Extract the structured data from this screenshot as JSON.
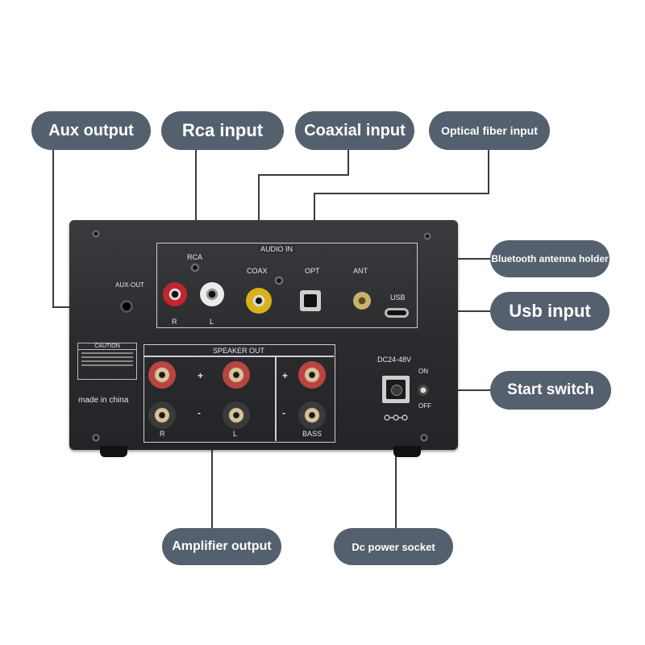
{
  "callouts": {
    "aux_output": "Aux output",
    "rca_input": "Rca input",
    "coaxial_input": "Coaxial input",
    "optical_fiber_input": "Optical fiber input",
    "bluetooth_antenna_holder": "Bluetooth antenna holder",
    "usb_input": "Usb input",
    "start_switch": "Start switch",
    "amplifier_output": "Amplifier output",
    "dc_power_socket": "Dc power socket"
  },
  "panel": {
    "audio_in": "AUDIO IN",
    "rca": "RCA",
    "coax": "COAX",
    "opt": "OPT",
    "ant": "ANT",
    "usb": "USB",
    "aux_out": "AUX-OUT",
    "rca_r": "R",
    "rca_l": "L",
    "speaker_out": "SPEAKER OUT",
    "plus": "+",
    "minus": "-",
    "spk_r": "R",
    "spk_l": "L",
    "bass": "BASS",
    "caution_title": "CAUTION",
    "made_in": "made in china",
    "dc_rating": "DC24-48V",
    "on": "ON",
    "off": "OFF"
  },
  "colors": {
    "callout_bg": "#55606e",
    "device_body": "#2a2b2e",
    "rca_red": "#c0262b",
    "rca_white": "#e8e8e8",
    "coax_yellow": "#d9b11a",
    "post_red": "#b8453f",
    "post_black": "#3a3a3a"
  }
}
